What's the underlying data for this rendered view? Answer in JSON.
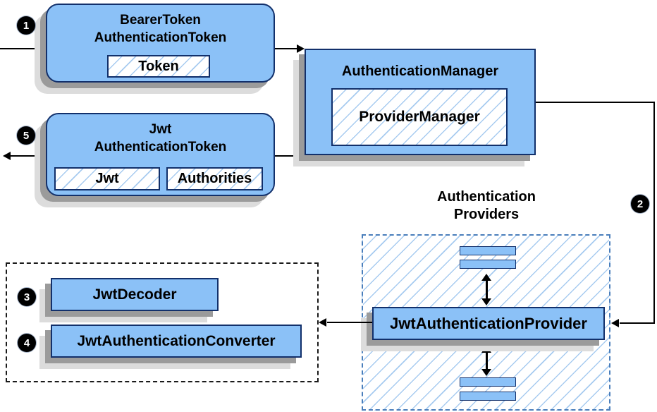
{
  "colors": {
    "node_fill": "#8BC1F7",
    "node_border": "#12306B",
    "hatch_line": "#A7CBF0",
    "providers_dash_border": "#4A7EBB",
    "decoder_dash_border": "#1A1A1A",
    "shadow_dark": "#9B9B9B",
    "shadow_light": "#DCDCDC",
    "arrow": "#000000",
    "badge_bg": "#000000",
    "badge_text": "#FFFFFF"
  },
  "badges": {
    "step1": "1",
    "step2": "2",
    "step3": "3",
    "step4": "4",
    "step5": "5"
  },
  "nodes": {
    "bearer_token": {
      "title_line1": "BearerToken",
      "title_line2": "AuthenticationToken",
      "chip": "Token"
    },
    "authentication_manager": {
      "title": "AuthenticationManager",
      "chip": "ProviderManager"
    },
    "jwt_authentication_token": {
      "title_line1": "Jwt",
      "title_line2": "AuthenticationToken",
      "chip_jwt": "Jwt",
      "chip_authorities": "Authorities"
    },
    "providers_group": {
      "label_line1": "Authentication",
      "label_line2": "Providers",
      "provider": "JwtAuthenticationProvider"
    },
    "decoder_group": {
      "decoder": "JwtDecoder",
      "converter": "JwtAuthenticationConverter"
    }
  }
}
